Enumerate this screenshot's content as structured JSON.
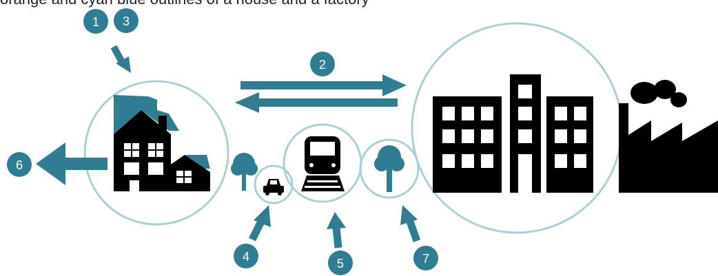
{
  "caption": "orange and cyan blue outlines of a house and a factory",
  "colors": {
    "accent": "#2e7d92",
    "ring": "#a9cfd8",
    "silhouette": "#000000"
  },
  "badges": [
    {
      "id": "b1",
      "label": "1"
    },
    {
      "id": "b3",
      "label": "3"
    },
    {
      "id": "b2",
      "label": "2"
    },
    {
      "id": "b6",
      "label": "6"
    },
    {
      "id": "b4",
      "label": "4"
    },
    {
      "id": "b5",
      "label": "5"
    },
    {
      "id": "b7",
      "label": "7"
    }
  ],
  "icons": [
    "house-icon",
    "office-buildings-icon",
    "factory-icon",
    "tree-icon",
    "car-icon",
    "train-icon"
  ]
}
